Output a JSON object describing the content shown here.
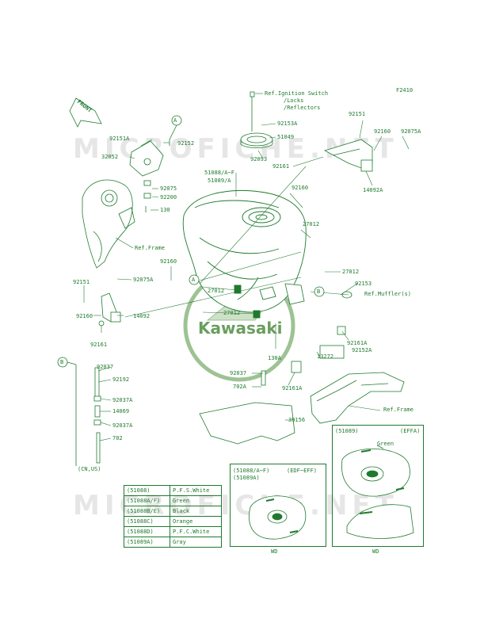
{
  "header": {
    "figure_code": "F2410"
  },
  "watermark": {
    "text": "MICROFICHE.NET",
    "logo_text": "Kawasaki"
  },
  "front_arrow": "FRONT",
  "callouts": {
    "ref_ignition_switch": "Ref.Ignition Switch",
    "ref_locks": "/Locks",
    "ref_reflectors": "/Reflectors",
    "p92153A": "92153A",
    "p51049": "51049",
    "p92093": "92093",
    "p92151_top": "92151",
    "p92160_top": "92160",
    "p92075A_top": "92075A",
    "p92161_top": "92161",
    "p14092A": "14092A",
    "p92151A": "92151A",
    "circleA_top": "A",
    "p92152": "92152",
    "p32052": "32052",
    "p92075": "92075",
    "p92200": "92200",
    "p130": "130",
    "p51088_AF": "51088/A~F",
    "p51089_A": "51089/A",
    "p92160_mid": "92160",
    "p27012_r1": "27012",
    "ref_frame_left": "Ref.Frame",
    "p92160_left": "92160",
    "p92151_left": "92151",
    "p92075A_left": "92075A",
    "circleA_mid": "A",
    "p27012_r2": "27012",
    "p92153": "92153",
    "circleB_mid": "B",
    "ref_mufflers": "Ref.Muffler(s)",
    "p27012_c1": "27012",
    "p27012_c2": "27012",
    "p92160_low": "92160",
    "p14092": "14092",
    "p92161_low": "92161",
    "p92161A": "92161A",
    "p92152A": "92152A",
    "p130A": "130A",
    "p13272": "13272",
    "p92037_mid": "92037",
    "p92161A_b": "92161A",
    "p702A": "702A",
    "ref_frame_right": "Ref.Frame",
    "p39156": "39156",
    "circleB_low": "B",
    "p92037": "92037",
    "p92192": "92192",
    "p92037A_1": "92037A",
    "p14069": "14069",
    "p92037A_2": "92037A",
    "p702": "702",
    "cn_us": "(CN,US)"
  },
  "insets": {
    "left": {
      "codes_line1": "(51088/A~F)",
      "codes_line2": "(51089A)",
      "variant": "(EDF~EFF)",
      "wd": "WD"
    },
    "right": {
      "code": "(51089)",
      "variant": "(EFFA)",
      "color": "Green",
      "wd": "WD"
    }
  },
  "color_table": [
    {
      "code": "(51088)",
      "color": "P.F.S.White"
    },
    {
      "code": "(51088A/F)",
      "color": "Green"
    },
    {
      "code": "(51088B/E)",
      "color": "Black"
    },
    {
      "code": "(51088C)",
      "color": "Orange"
    },
    {
      "code": "(51088D)",
      "color": "P.F.C.White"
    },
    {
      "code": "(51089A)",
      "color": "Gray"
    }
  ],
  "colors": {
    "line": "#1f7a2e",
    "logo": "#6a9e5e",
    "watermark": "#e6e6e6"
  }
}
